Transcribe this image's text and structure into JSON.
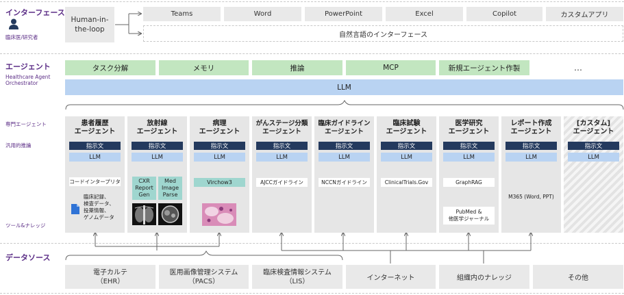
{
  "sections": {
    "interface": {
      "title": "インターフェース",
      "sub": "臨床医/研究者"
    },
    "agent": {
      "title": "エージェント",
      "sub1": "Healthcare Agent",
      "sub2": "Orchestrator"
    },
    "specialist": {
      "sub": "専門エージェント"
    },
    "reasoning": {
      "sub": "汎用的推論"
    },
    "tools": {
      "sub": "ツール&ナレッジ"
    },
    "datasource": {
      "title": "データソース"
    }
  },
  "interface": {
    "hitl_line1": "Human-in-",
    "hitl_line2": "the-loop",
    "apps": [
      "Teams",
      "Word",
      "PowerPoint",
      "Excel",
      "Copilot",
      "カスタムアプリ"
    ],
    "natural_language": "自然言語のインターフェース"
  },
  "orchestrator": {
    "capabilities": [
      "タスク分解",
      "メモリ",
      "推論",
      "MCP",
      "新規エージェント作製"
    ],
    "more": "…",
    "llm": "LLM"
  },
  "common": {
    "instruction": "指示文",
    "llm": "LLM"
  },
  "agents": [
    {
      "line1": "患者履歴",
      "line2": "エージェント",
      "tool": "コードインタープリタ",
      "doc_lines": [
        "臨床記録、",
        "検査データ、",
        "投薬情報、",
        "ゲノムデータ"
      ]
    },
    {
      "line1": "放射線",
      "line2": "エージェント",
      "tool_a": [
        "CXR",
        "Report",
        "Gen"
      ],
      "tool_b": [
        "Med",
        "Image",
        "Parse"
      ]
    },
    {
      "line1": "病理",
      "line2": "エージェント",
      "tool": "Virchow3"
    },
    {
      "line1": "がんステージ分類",
      "line2": "エージェント",
      "tool": "AJCCガイドライン"
    },
    {
      "line1": "臨床ガイドライン",
      "line2": "エージェント",
      "tool": "NCCNガイドライン"
    },
    {
      "line1": "臨床試験",
      "line2": "エージェント",
      "tool": "ClinicalTrials.Gov"
    },
    {
      "line1": "医学研究",
      "line2": "エージェント",
      "tool": "GraphRAG",
      "tool2": [
        "PubMed &",
        "他医学ジャーナル"
      ]
    },
    {
      "line1": "レポート作成",
      "line2": "エージェント",
      "tool": "M365 (Word, PPT)"
    },
    {
      "line1": "[カスタム]",
      "line2": "エージェント"
    }
  ],
  "datasources": [
    {
      "line1": "電子カルテ",
      "line2": "（EHR）"
    },
    {
      "line1": "医用画像管理システム",
      "line2": "（PACS）"
    },
    {
      "line1": "臨床検査情報システム",
      "line2": "（LIS）"
    },
    {
      "line1": "インターネット"
    },
    {
      "line1": "組織内のナレッジ"
    },
    {
      "line1": "その他"
    }
  ],
  "colors": {
    "section_title": "#5b2d86",
    "navy": "#243a5e",
    "green": "#c2e6c0",
    "blue": "#b9d3f2",
    "teal": "#9fd6cf",
    "gray": "#e9e9e9"
  }
}
